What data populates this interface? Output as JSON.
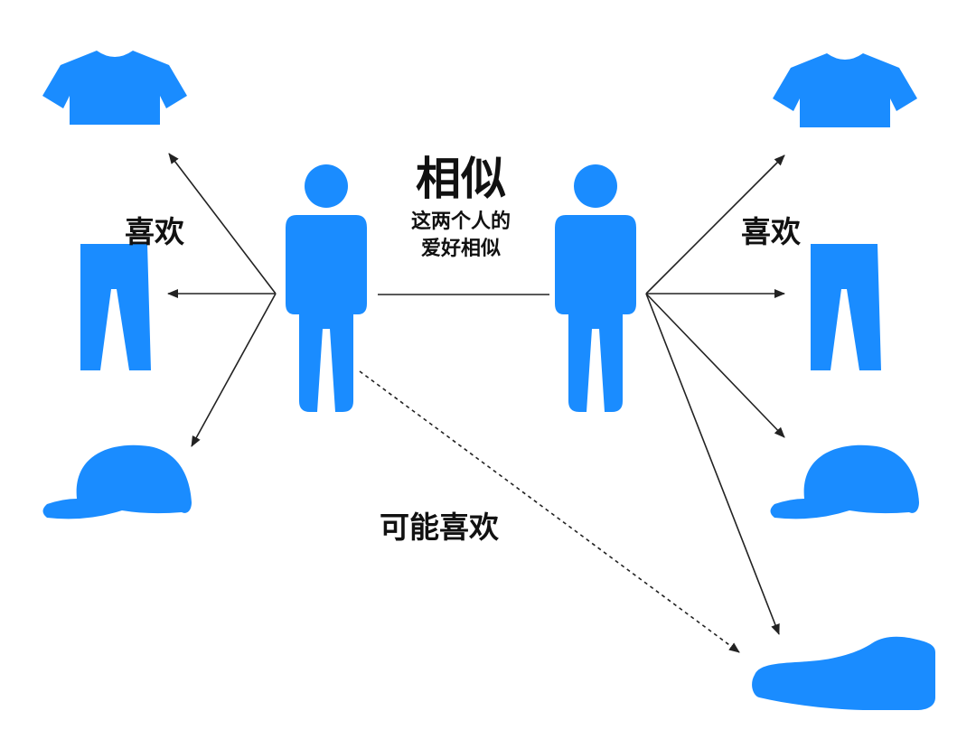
{
  "title": "相似",
  "subtitle_lines": [
    "这两个人的",
    "爱好相似"
  ],
  "left_like_label": "喜欢",
  "right_like_label": "喜欢",
  "maybe_like_label": "可能喜欢",
  "colors": {
    "icon": "#1a8cff",
    "arrow": "#222222",
    "text": "#111111"
  },
  "icons": {
    "people": [
      "person-icon",
      "person-icon"
    ],
    "left_items": [
      "tshirt-icon",
      "pants-icon",
      "cap-icon"
    ],
    "right_items": [
      "tshirt-icon",
      "pants-icon",
      "cap-icon",
      "shoe-icon"
    ]
  }
}
